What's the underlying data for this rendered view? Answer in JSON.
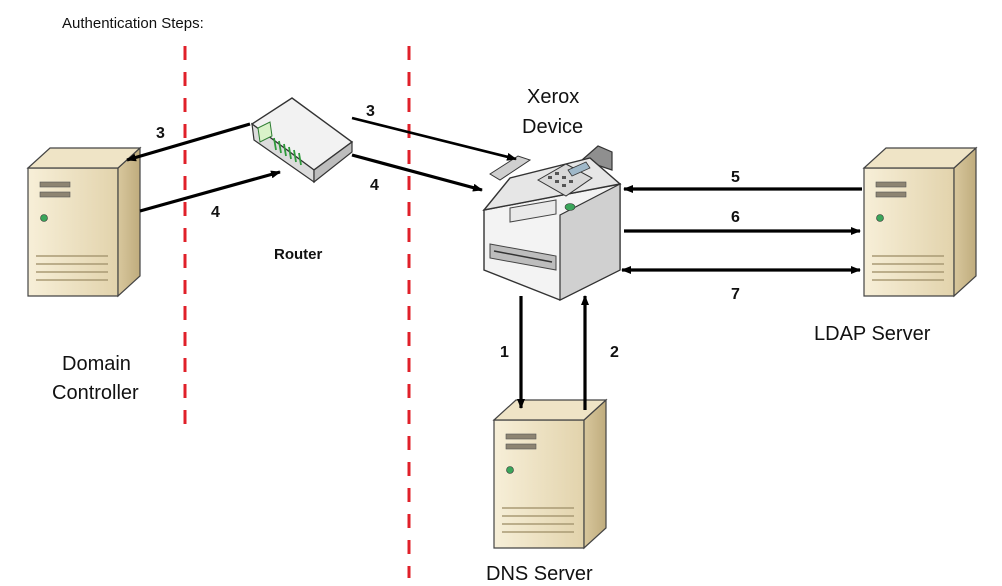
{
  "heading": "Authentication Steps:",
  "nodes": {
    "domain_controller": {
      "line1": "Domain",
      "line2": "Controller"
    },
    "router": "Router",
    "xerox_device": {
      "line1": "Xerox",
      "line2": "Device"
    },
    "ldap_server": "LDAP Server",
    "dns_server": "DNS Server"
  },
  "steps": {
    "router_to_dc": "3",
    "dc_to_router": "4",
    "device_to_router": "3",
    "router_to_device": "4",
    "ldap_to_device": "5",
    "device_to_ldap": "6",
    "device_ldap_both": "7",
    "device_to_dns": "1",
    "dns_to_device": "2"
  },
  "colors": {
    "boundary": "#e0202a",
    "arrow": "#000000",
    "server_body": "#e9dcb9"
  }
}
